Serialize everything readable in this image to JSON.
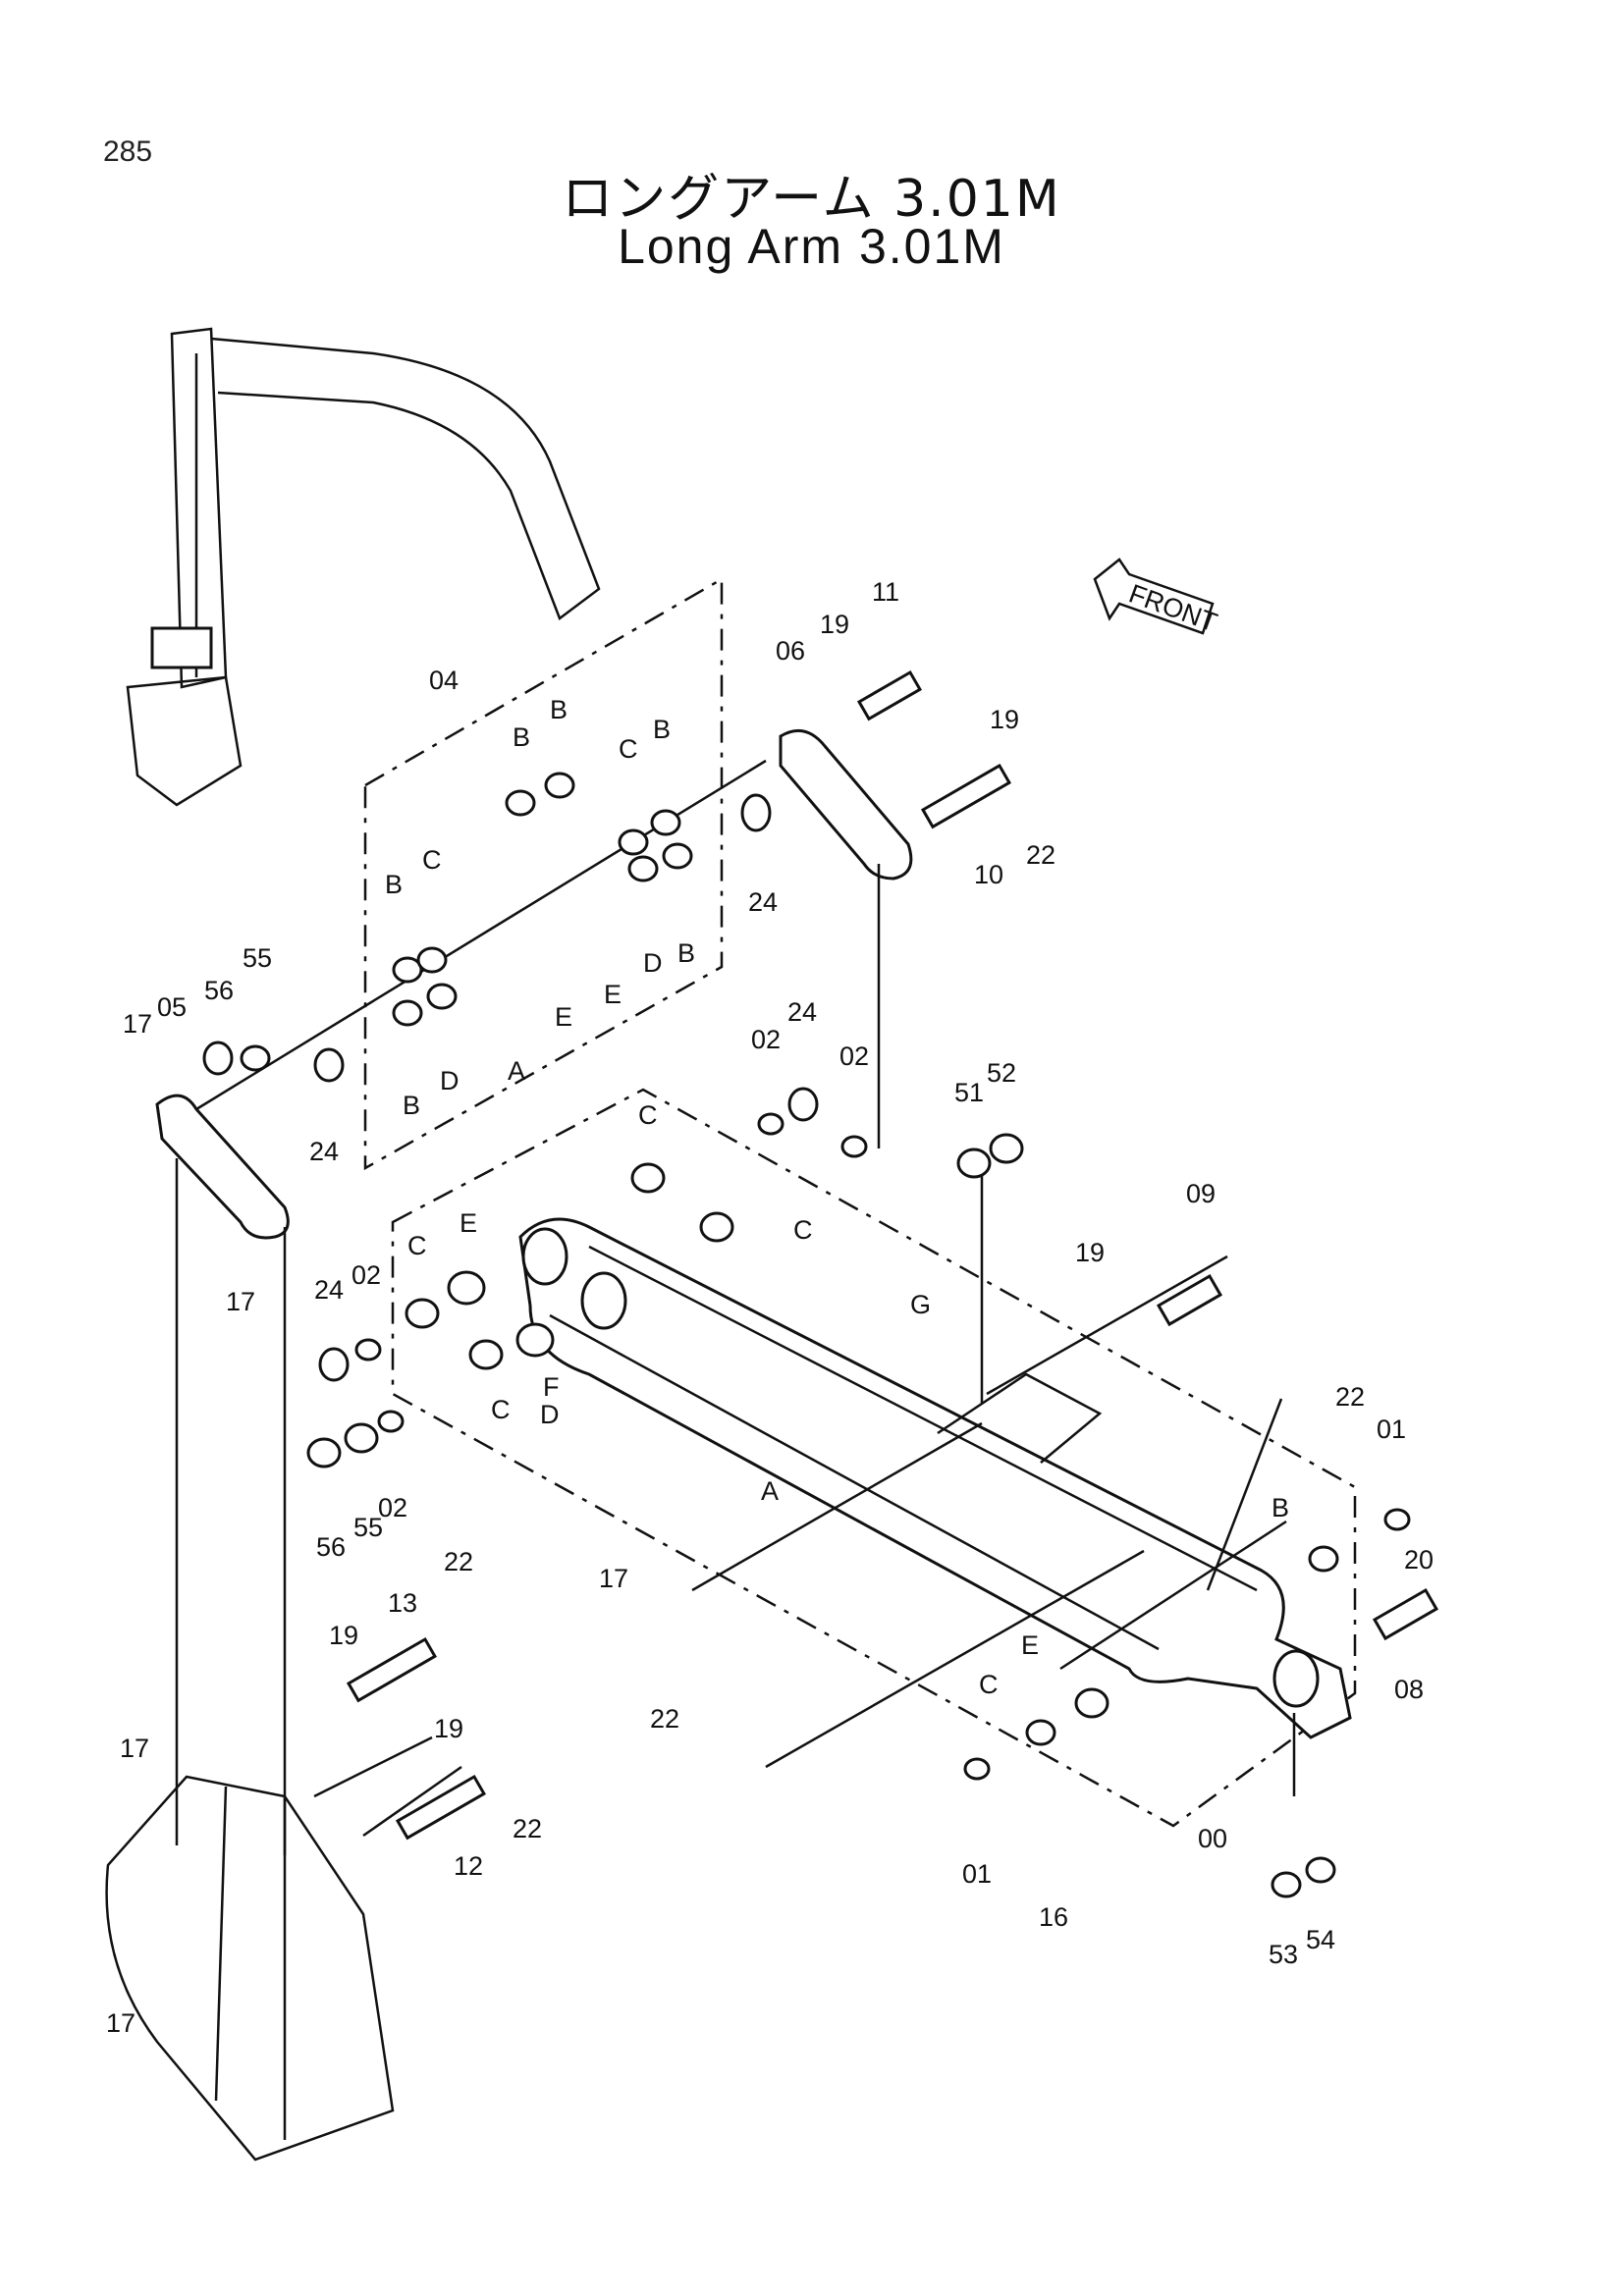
{
  "page_number": "285",
  "title_jp": "ロングアーム 3.01M",
  "title_en": "Long Arm 3.01M",
  "front_label": "FRONT",
  "callouts": [
    "00",
    "01",
    "01",
    "02",
    "02",
    "02",
    "02",
    "04",
    "05",
    "06",
    "08",
    "09",
    "10",
    "11",
    "12",
    "13",
    "16",
    "17",
    "17",
    "17",
    "17",
    "17",
    "19",
    "19",
    "19",
    "19",
    "19",
    "20",
    "22",
    "22",
    "22",
    "22",
    "22",
    "24",
    "24",
    "24",
    "24",
    "51",
    "52",
    "53",
    "54",
    "55",
    "55",
    "56",
    "56",
    "A",
    "A",
    "B",
    "B",
    "B",
    "B",
    "B",
    "B",
    "B",
    "C",
    "C",
    "C",
    "C",
    "C",
    "C",
    "C",
    "D",
    "D",
    "D",
    "E",
    "E",
    "E",
    "E",
    "F",
    "G"
  ]
}
